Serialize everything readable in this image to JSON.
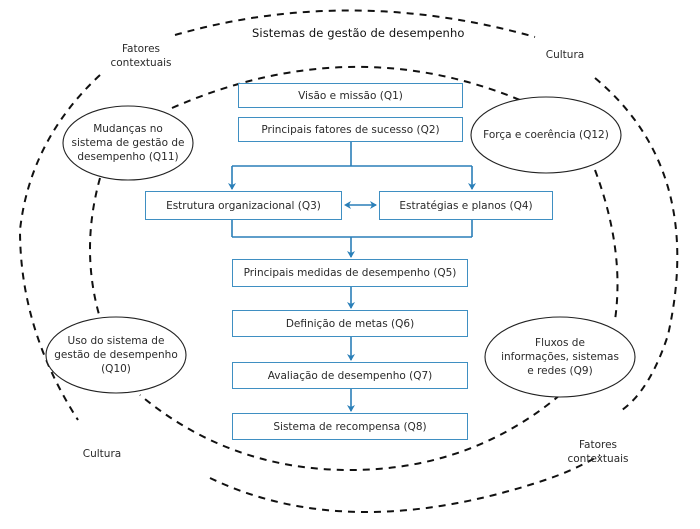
{
  "title": "Sistemas de gestão de desempenho",
  "outer_labels": {
    "top_left": [
      "Fatores",
      "contextuais"
    ],
    "top_right": "Cultura",
    "bottom_left": "Cultura",
    "bottom_right": [
      "Fatores",
      "contextuais"
    ]
  },
  "boxes": {
    "q1": "Visão e missão (Q1)",
    "q2": "Principais fatores de sucesso (Q2)",
    "q3": "Estrutura organizacional (Q3)",
    "q4": "Estratégias e planos (Q4)",
    "q5": "Principais medidas de desempenho (Q5)",
    "q6": "Definição de metas (Q6)",
    "q7": "Avaliação de desempenho (Q7)",
    "q8": "Sistema de recompensa (Q8)"
  },
  "ellipses": {
    "q11": [
      "Mudanças no",
      "sistema de gestão de",
      "desempenho (Q11)"
    ],
    "q12": [
      "Força e coerência (Q12)"
    ],
    "q10": [
      "Uso do sistema de",
      "gestão de desempenho",
      "(Q10)"
    ],
    "q9": [
      "Fluxos de",
      "informações, sistemas",
      "e redes (Q9)"
    ]
  },
  "colors": {
    "box_border": "#3f8fc2",
    "arrow": "#2a7fb8",
    "dashed": "#111111"
  }
}
